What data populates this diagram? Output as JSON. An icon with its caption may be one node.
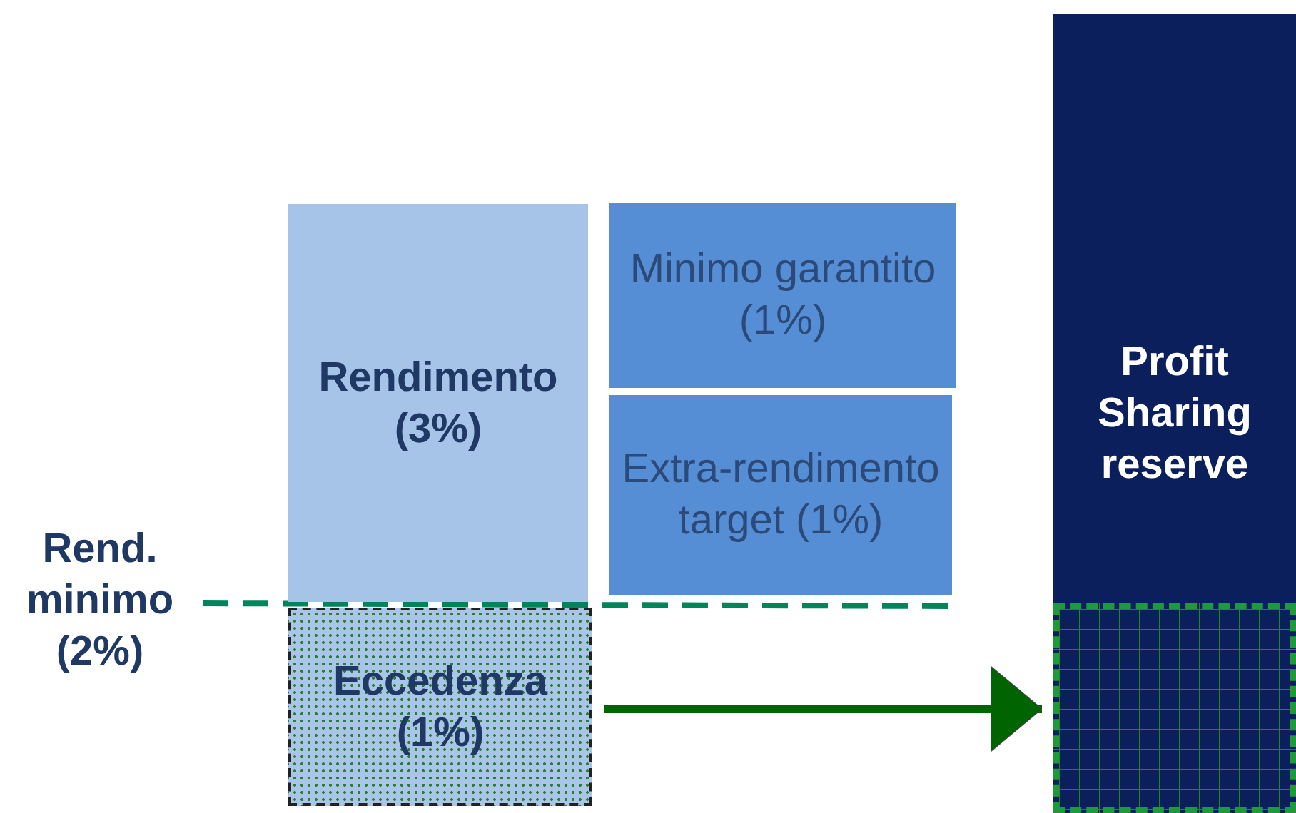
{
  "diagram": {
    "nodes": [
      {
        "text": [
          "Rendimento (3%)"
        ]
      },
      {
        "text": [
          "Eccedenza (1%)"
        ]
      },
      {
        "text": [
          "Minimo garantito (1%)"
        ]
      },
      {
        "text": [
          "Extra-rendimento target (1%)"
        ]
      },
      {
        "text": [
          "Profit Sharing reserve"
        ]
      },
      {
        "text": [],
        "shape": "box",
        "in": 4
      }
    ],
    "edges": [
      {
        "from": 1,
        "to": 5,
        "arrow": "to",
        "color": "#006400"
      }
    ],
    "labels": [
      "Rend. minimo (2%)"
    ]
  }
}
